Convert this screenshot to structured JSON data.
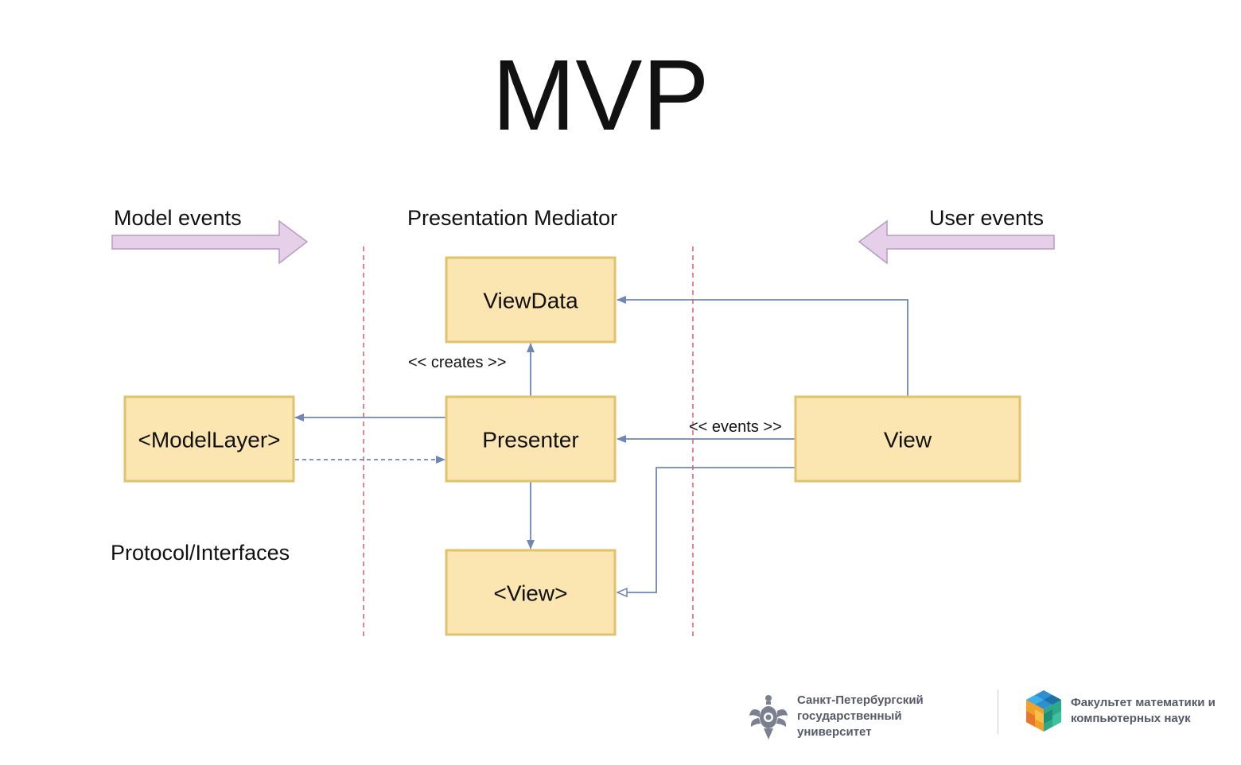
{
  "title": "MVP",
  "labels": {
    "model_events": "Model events",
    "presentation_mediator": "Presentation Mediator",
    "user_events": "User events",
    "protocol_interfaces": "Protocol/Interfaces",
    "creates": "<< creates >>",
    "events": "<< events >>"
  },
  "boxes": {
    "viewdata": "ViewData",
    "modellayer": "<ModelLayer>",
    "presenter": "Presenter",
    "view": "View",
    "view_protocol": "<View>"
  },
  "footer": {
    "university": "Санкт-Петербургский\nгосударственный\nуниверситет",
    "faculty": "Факультет математики и\nкомпьютерных наук"
  },
  "colors": {
    "box_fill": "#fbe5b0",
    "box_border": "#e2c36b",
    "connector": "#6f87b4",
    "boundary": "#e05a6a",
    "event_arrow": "#e6cfe9"
  }
}
